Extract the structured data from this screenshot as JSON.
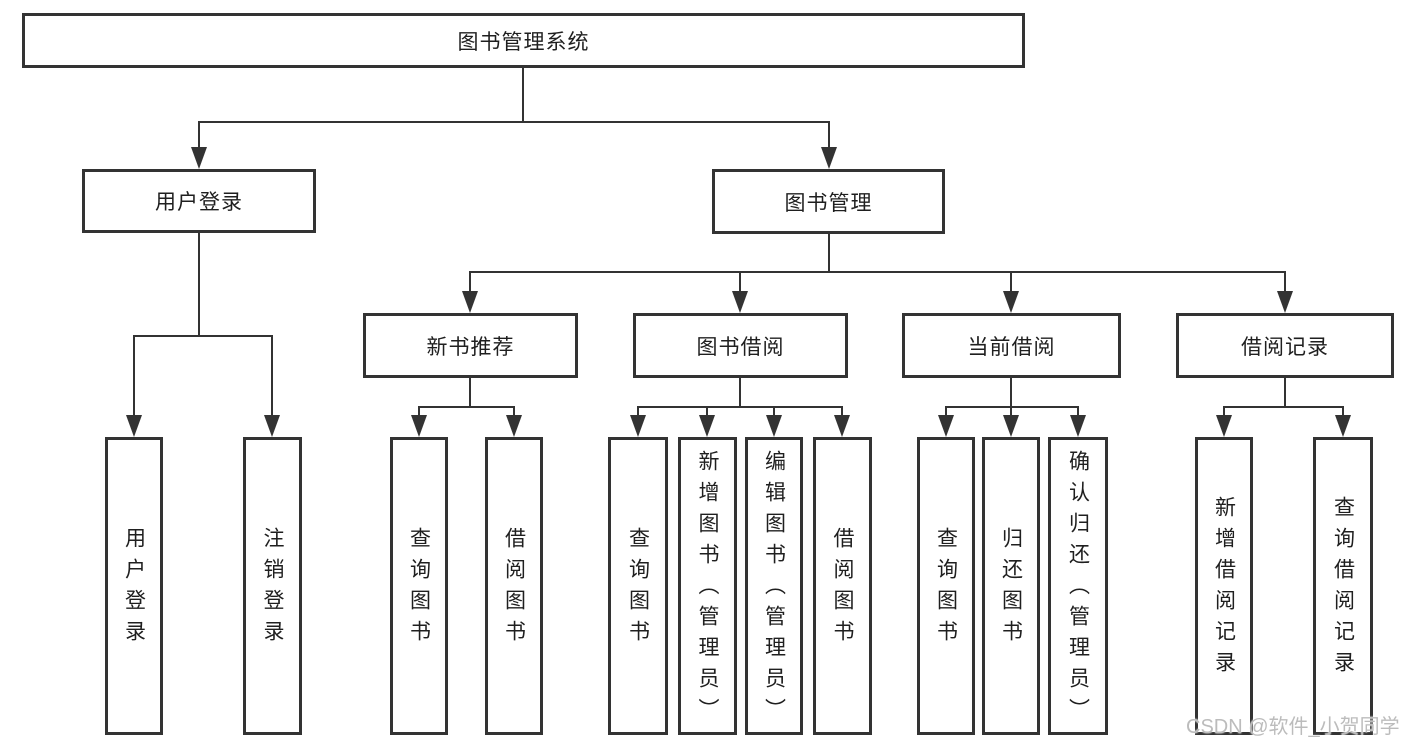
{
  "diagram": {
    "title": "图书管理系统",
    "nodes": {
      "root": "图书管理系统",
      "user_login": "用户登录",
      "book_mgmt": "图书管理",
      "new_book": "新书推荐",
      "book_borrow": "图书借阅",
      "current_borrow": "当前借阅",
      "borrow_record": "借阅记录",
      "ul_login": "用户登录",
      "ul_logout": "注销登录",
      "nb_query": "查询图书",
      "nb_borrow": "借阅图书",
      "bb_query": "查询图书",
      "bb_add": "新增图书（管理员）",
      "bb_edit": "编辑图书（管理员）",
      "bb_borrow": "借阅图书",
      "cb_query": "查询图书",
      "cb_return": "归还图书",
      "cb_confirm": "确认归还（管理员）",
      "br_add": "新增借阅记录",
      "br_query": "查询借阅记录"
    },
    "edges": [
      [
        "图书管理系统",
        "用户登录"
      ],
      [
        "图书管理系统",
        "图书管理"
      ],
      [
        "用户登录",
        "用户登录"
      ],
      [
        "用户登录",
        "注销登录"
      ],
      [
        "图书管理",
        "新书推荐"
      ],
      [
        "图书管理",
        "图书借阅"
      ],
      [
        "图书管理",
        "当前借阅"
      ],
      [
        "图书管理",
        "借阅记录"
      ],
      [
        "新书推荐",
        "查询图书"
      ],
      [
        "新书推荐",
        "借阅图书"
      ],
      [
        "图书借阅",
        "查询图书"
      ],
      [
        "图书借阅",
        "新增图书（管理员）"
      ],
      [
        "图书借阅",
        "编辑图书（管理员）"
      ],
      [
        "图书借阅",
        "借阅图书"
      ],
      [
        "当前借阅",
        "查询图书"
      ],
      [
        "当前借阅",
        "归还图书"
      ],
      [
        "当前借阅",
        "确认归还（管理员）"
      ],
      [
        "借阅记录",
        "新增借阅记录"
      ],
      [
        "借阅记录",
        "查询借阅记录"
      ]
    ],
    "colors": {
      "line": "#333333",
      "text": "#1f1f1f",
      "box_background": "#ffffff",
      "page_background": "#ffffff",
      "watermark": "#b8b8b8"
    }
  },
  "watermark": {
    "text": "CSDN @软件_小贺同学"
  }
}
